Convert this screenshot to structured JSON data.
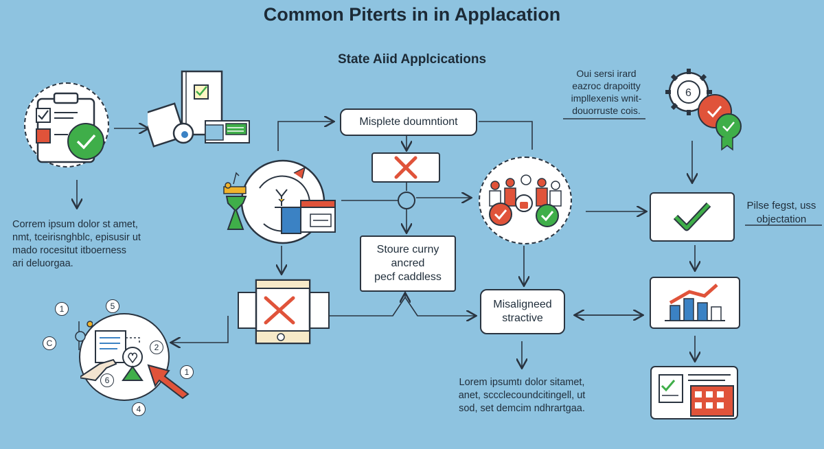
{
  "title": "Common Piterts in in Applacation",
  "subtitle": "State Aiid Applcications",
  "nodes": {
    "misplete": "Misplete doumntiont",
    "stoure": "Stoure curny\nancred\npecf caddless",
    "misaligned": "Misaligneed\nstractive",
    "pilse": "Pilse fegst, uss\nobjectation"
  },
  "notes": {
    "left": "Correm ipsum dolor st amet,\nnmt, tceirisnghblc, episusir ut\nmado rocesitut itboerness\nari deluorgaa.",
    "top_right": "Oui sersi irard\neazroc drapoitty\nimpllexenis wnit-\ndouorruste cois.",
    "bottom": "Lorem ipsumtı dolor sitamet,\nanet, sccclecoundcitingell, ut\nsod, set demcim ndhrartgaa."
  },
  "step_numbers": [
    "1",
    "5",
    "C",
    "2",
    "1",
    "6",
    "4"
  ],
  "colors": {
    "background": "#8ec3e0",
    "accent_green": "#3fae49",
    "accent_red": "#e0533a",
    "accent_blue": "#3b82c4",
    "line": "#2a3440"
  }
}
